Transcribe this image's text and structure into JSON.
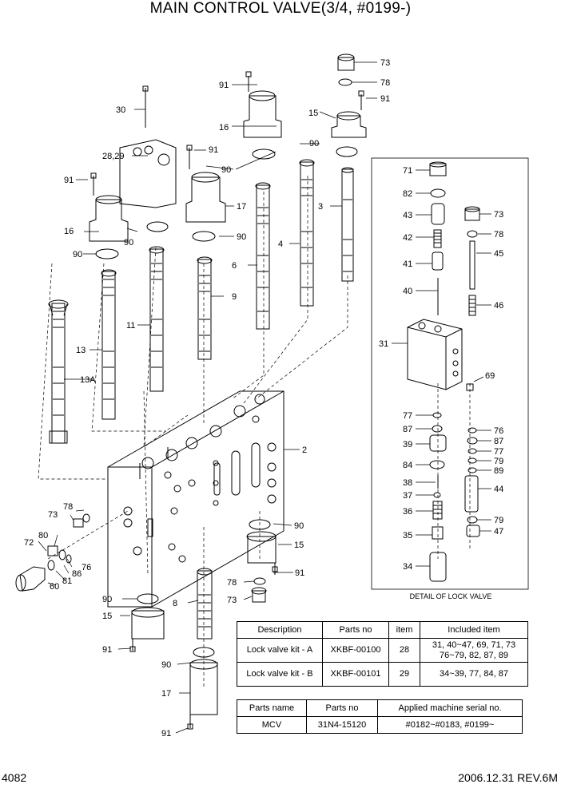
{
  "title": "MAIN CONTROL VALVE(3/4, #0199-)",
  "page_number": "4082",
  "revision": "2006.12.31  REV.6M",
  "detail_caption": "DETAIL OF LOCK VALVE",
  "part_labels": {
    "p73a": "73",
    "p78a": "78",
    "p91a": "91",
    "p15a": "15",
    "p90a": "90",
    "p91b": "91",
    "p16a": "16",
    "p30": "30",
    "p2829": "28,29",
    "p91c": "91",
    "p91d": "91",
    "p90b": "90",
    "p17a": "17",
    "p3": "3",
    "p16b": "16",
    "p90c": "90",
    "p90d": "90",
    "p90e": "90",
    "p4": "4",
    "p6": "6",
    "p9": "9",
    "p11": "11",
    "p13": "13",
    "p13a": "13A",
    "p2": "2",
    "p73b": "73",
    "p78b": "78",
    "p80": "80",
    "p72": "72",
    "p76": "76",
    "p86": "86",
    "p81": "81",
    "p60": "60",
    "p90f": "90",
    "p15b": "15",
    "p91e": "91",
    "p78c": "78",
    "p73c": "73",
    "p90g": "90",
    "p8": "8",
    "p15c": "15",
    "p91f": "91",
    "p90h": "90",
    "p17b": "17",
    "p91g": "91",
    "d71": "71",
    "d82": "82",
    "d43": "43",
    "d73": "73",
    "d42": "42",
    "d78": "78",
    "d45": "45",
    "d41": "41",
    "d40": "40",
    "d46": "46",
    "d31": "31",
    "d69": "69",
    "d77a": "77",
    "d76": "76",
    "d87a": "87",
    "d87b": "87",
    "d39": "39",
    "d77b": "77",
    "d84": "84",
    "d79a": "79",
    "d89": "89",
    "d38": "38",
    "d44": "44",
    "d37": "37",
    "d36": "36",
    "d79b": "79",
    "d35": "35",
    "d47": "47",
    "d34": "34"
  },
  "kit_table": {
    "headers": [
      "Description",
      "Parts no",
      "item",
      "Included item"
    ],
    "rows": [
      {
        "description": "Lock valve kit - A",
        "parts_no": "XKBF-00100",
        "item": "28",
        "included_1": "31, 40~47, 69, 71, 73",
        "included_2": "76~79, 82, 87, 89"
      },
      {
        "description": "Lock valve kit - B",
        "parts_no": "XKBF-00101",
        "item": "29",
        "included_1": "34~39, 77, 84, 87",
        "included_2": ""
      }
    ]
  },
  "mcv_table": {
    "headers": [
      "Parts name",
      "Parts no",
      "Applied machine serial no."
    ],
    "row": {
      "name": "MCV",
      "parts_no": "31N4-15120",
      "serial": "#0182~#0183, #0199~"
    }
  }
}
